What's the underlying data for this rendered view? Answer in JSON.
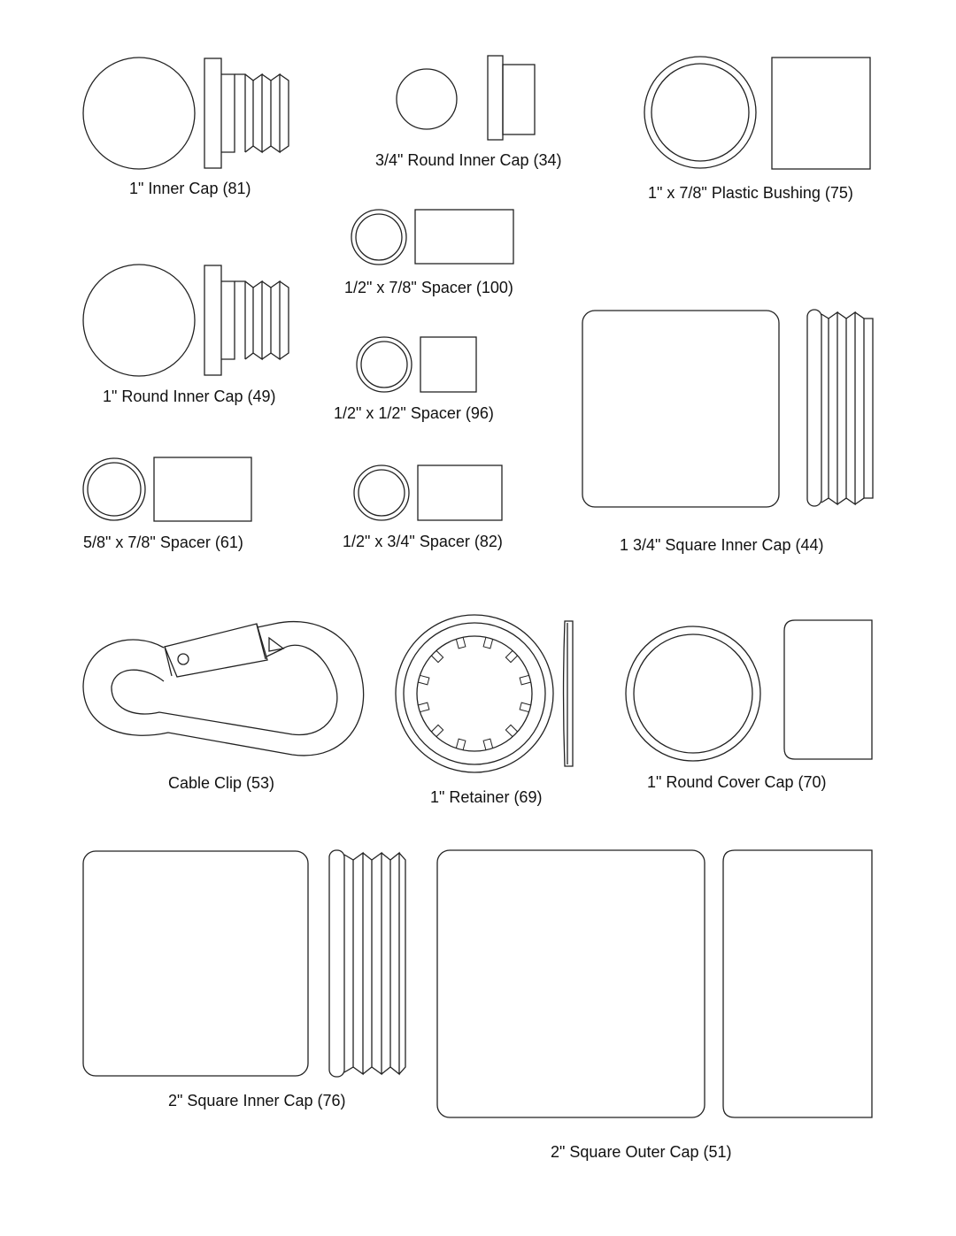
{
  "labels": {
    "inner_cap_81": "1\" Inner Cap (81)",
    "round_inner_cap_34": "3/4\" Round Inner Cap (34)",
    "plastic_bushing_75": "1\" x 7/8\" Plastic Bushing (75)",
    "spacer_100": "1/2\" x 7/8\" Spacer (100)",
    "round_inner_cap_49": "1\" Round Inner Cap (49)",
    "spacer_96": "1/2\" x 1/2\" Spacer (96)",
    "spacer_61": "5/8\" x 7/8\" Spacer (61)",
    "spacer_82": "1/2\" x 3/4\" Spacer (82)",
    "square_inner_cap_44": "1 3/4\" Square Inner Cap (44)",
    "cable_clip_53": "Cable Clip (53)",
    "retainer_69": "1\" Retainer (69)",
    "round_cover_cap_70": "1\" Round Cover Cap (70)",
    "square_inner_cap_76": "2\" Square Inner Cap (76)",
    "square_outer_cap_51": "2\" Square Outer Cap (51)"
  }
}
